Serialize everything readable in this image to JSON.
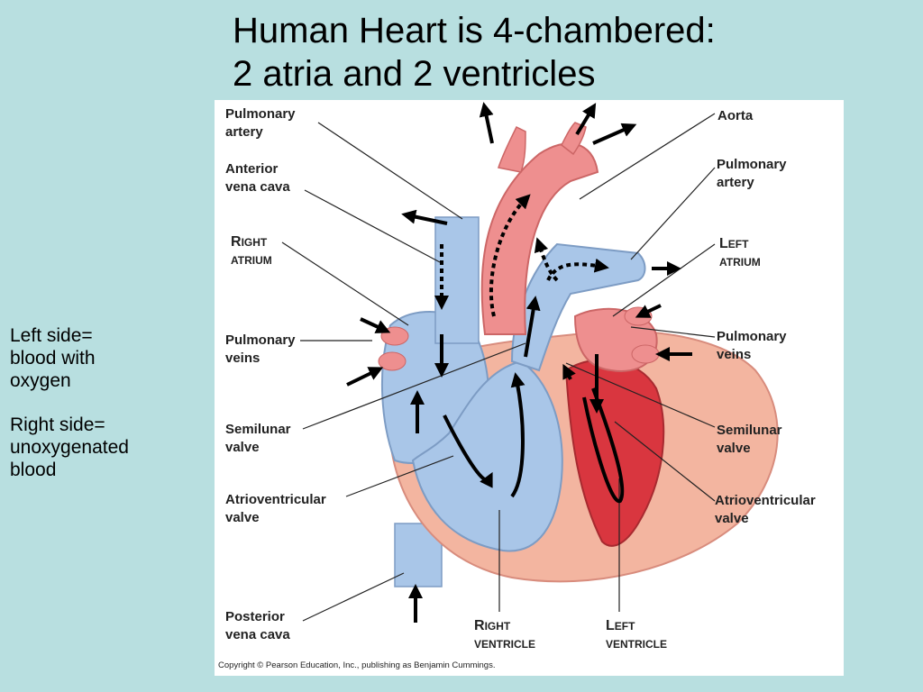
{
  "title": {
    "line1": "Human Heart is 4-chambered:",
    "line2": "2 atria and 2 ventricles"
  },
  "side_note": {
    "left_line1": "Left side=",
    "left_line2": "blood with",
    "left_line3": "oxygen",
    "right_line1": "Right side=",
    "right_line2": "unoxygenated",
    "right_line3": "blood"
  },
  "labels": {
    "pulmonary_artery_left": [
      "Pulmonary",
      "artery"
    ],
    "anterior_vena_cava": [
      "Anterior",
      "vena cava"
    ],
    "right_atrium": {
      "cap1": "R",
      "rest1": "IGHT",
      "line2": "ATRIUM"
    },
    "pulmonary_veins_left": [
      "Pulmonary",
      "veins"
    ],
    "semilunar_valve_left": [
      "Semilunar",
      "valve"
    ],
    "av_valve_left": [
      "Atrioventricular",
      "valve"
    ],
    "posterior_vena_cava": [
      "Posterior",
      "vena cava"
    ],
    "aorta": "Aorta",
    "pulmonary_artery_right": [
      "Pulmonary",
      "artery"
    ],
    "left_atrium": {
      "cap1": "L",
      "rest1": "EFT",
      "line2": "ATRIUM"
    },
    "pulmonary_veins_right": [
      "Pulmonary",
      "veins"
    ],
    "semilunar_valve_right": [
      "Semilunar",
      "valve"
    ],
    "av_valve_right": [
      "Atrioventricular",
      "valve"
    ],
    "right_ventricle": {
      "cap1": "R",
      "rest1": "IGHT",
      "line2": "VENTRICLE"
    },
    "left_ventricle": {
      "cap1": "L",
      "rest1": "EFT",
      "line2": "VENTRICLE"
    }
  },
  "copyright": "Copyright © Pearson Education, Inc., publishing as Benjamin Cummings.",
  "colors": {
    "background": "#b8dfe0",
    "deoxygenated": "#a9c6e8",
    "oxygenated": "#ee8f8f",
    "myocardium": "#f3b5a0",
    "dark_red": "#d9363f"
  }
}
